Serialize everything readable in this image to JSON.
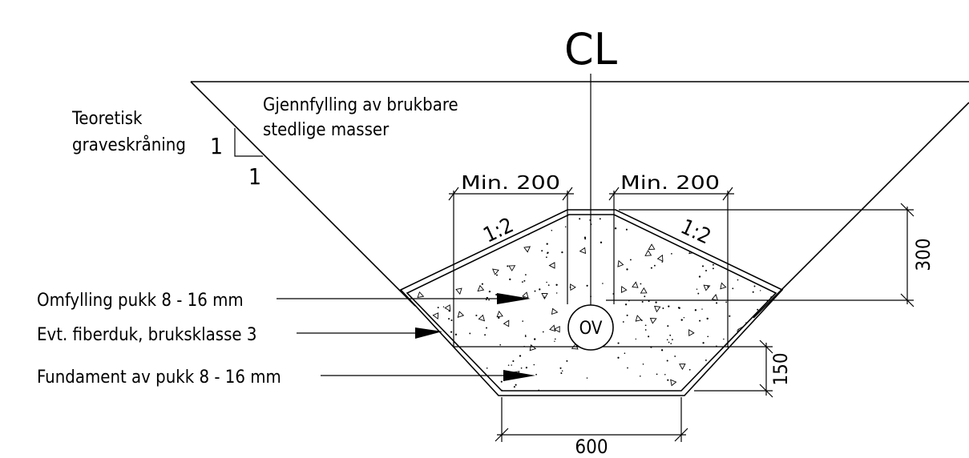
{
  "centerline": {
    "label": "CL"
  },
  "slope_note": {
    "line1": "Teoretisk",
    "line2": "graveskråning",
    "rise": "1",
    "run": "1"
  },
  "backfill_note": {
    "line1": "Gjennfylling av brukbare",
    "line2": "stedlige masser"
  },
  "dimensions": {
    "min_left": "Min. 200",
    "min_right": "Min. 200",
    "slope_left": "1:2",
    "slope_right": "1:2",
    "height_surround": "300",
    "height_foundation": "150",
    "width_bottom": "600"
  },
  "pipe": {
    "label": "OV"
  },
  "callouts": {
    "surround": "Omfylling pukk 8 - 16 mm",
    "fabric": "Evt. fiberduk, bruksklasse 3",
    "foundation": "Fundament av pukk 8 - 16 mm"
  }
}
